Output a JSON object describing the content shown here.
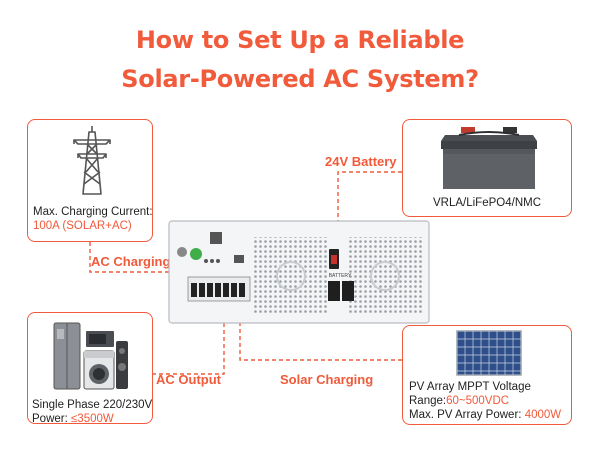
{
  "title": {
    "line1": "How to Set Up a Reliable",
    "line2": "Solar-Powered AC System",
    "line2_suffix": "?"
  },
  "grid_card": {
    "line1": "Max. Charging Current:",
    "line2": "100A (SOLAR+AC)"
  },
  "battery_card": {
    "text": "VRLA/LiFePO4/NMC"
  },
  "load_card": {
    "line1": "Single Phase 220/230V",
    "line2_prefix": "Power: ",
    "line2_value": "≤3500W"
  },
  "pv_card": {
    "line1": "PV Array MPPT Voltage",
    "line2_prefix": "Range:",
    "line2_value": "60~500VDC",
    "line3_prefix": "Max. PV Array Power: ",
    "line3_value": "4000W"
  },
  "labels": {
    "battery": "24V Battery",
    "ac_charging": "AC Charging",
    "ac_output": "AC Output",
    "solar_charging": "Solar Charging"
  },
  "inverter_labels": {
    "battery_terminal": "BATTERY"
  },
  "icons": {
    "grid": "power-tower-icon",
    "battery": "battery-icon",
    "load": "home-appliances-icon",
    "pv": "solar-panel-icon",
    "inverter": "inverter-device"
  },
  "colors": {
    "accent": "#f15a3a",
    "text": "#222222"
  }
}
